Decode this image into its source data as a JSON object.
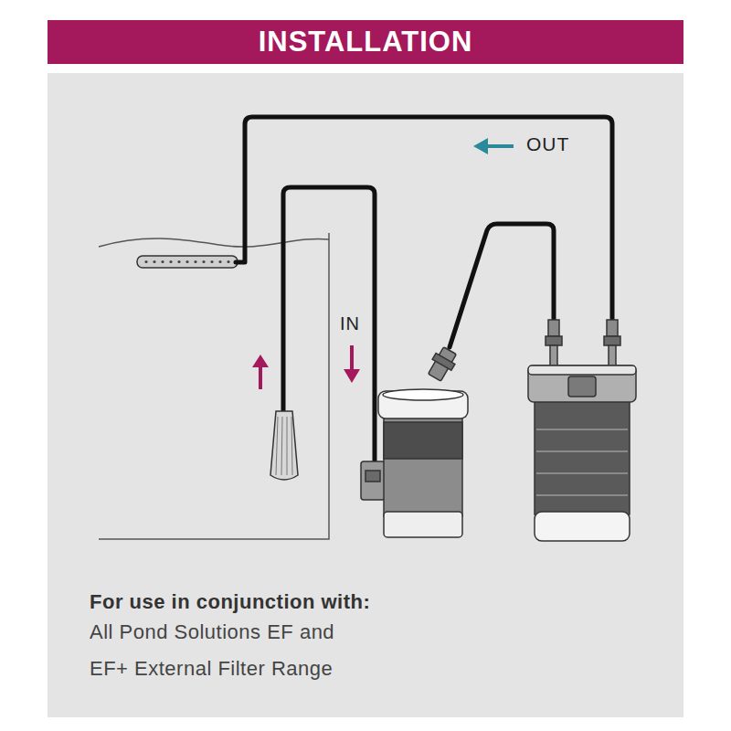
{
  "diagram": {
    "title": "INSTALLATION",
    "labels": [
      "OUT",
      "IN",
      "For use in conjunction with:",
      "All Pond Solutions EF and EF+ External Filter Range"
    ]
  }
}
